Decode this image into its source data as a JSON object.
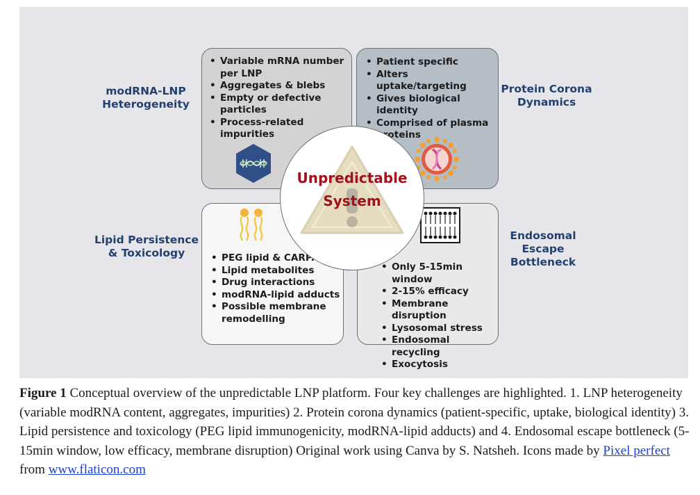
{
  "diagram": {
    "center": {
      "line1": "Unpredictable",
      "line2": "System"
    },
    "quadrants": {
      "top_left": {
        "label": [
          "modRNA-LNP",
          "Heterogeneity"
        ],
        "bullets": [
          "Variable mRNA number per LNP",
          "Aggregates & blebs",
          "Empty or defective particles",
          "Process-related impurities"
        ],
        "icon": "mrna-hexagon-icon"
      },
      "top_right": {
        "label": [
          "Protein Corona",
          "Dynamics"
        ],
        "bullets": [
          "Patient specific",
          "Alters uptake/targeting",
          "Gives biological identity",
          "Comprised of plasma proteins"
        ],
        "icon": "corona-particle-icon"
      },
      "bottom_left": {
        "label": [
          "Lipid Persistence",
          "& Toxicology"
        ],
        "bullets": [
          "PEG lipid & CARPA",
          "Lipid metabolites",
          "Drug interactions",
          "modRNA-lipid adducts",
          "Possible membrane remodelling"
        ],
        "icon": "lipid-molecules-icon"
      },
      "bottom_right": {
        "label": [
          "Endosomal",
          "Escape",
          "Bottleneck"
        ],
        "bullets": [
          "Only 5-15min window",
          "2-15% efficacy",
          "Membrane disruption",
          "Lysosomal stress",
          "Endosomal recycling",
          "Exocytosis"
        ],
        "icon": "lipid-bilayer-icon"
      }
    },
    "colors": {
      "top_left": "#d3d3d6",
      "top_right": "#b5bec4",
      "bottom_left": "#f6f6f7",
      "bottom_right": "#e9e9ea",
      "center_text": "#a1111c",
      "side_labels": "#23416e",
      "warning": "#e6dcc0"
    }
  },
  "caption": {
    "label": "Figure 1",
    "text": " Conceptual overview of the unpredictable LNP platform. Four key challenges are highlighted. 1. LNP heterogeneity (variable modRNA content, aggregates, impurities) 2. Protein corona dynamics (patient-specific, uptake, biological identity) 3. Lipid persistence and toxicology (PEG lipid immunogenicity, modRNA-lipid adducts) and 4. Endosomal escape bottleneck (5-15min window, low efficacy, membrane disruption) Original work using Canva by S. Natsheh. Icons made by ",
    "link1": "Pixel perfect",
    "mid": " from ",
    "link2": "www.flaticon.com"
  }
}
